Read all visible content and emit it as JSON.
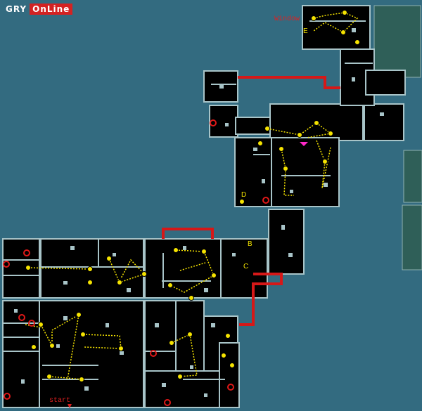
{
  "logo": {
    "part1": "GRY",
    "part2": "OnLine"
  },
  "labels": {
    "window": "Window",
    "start": "start"
  },
  "markers": {
    "e": "E",
    "d": "D",
    "b": "B",
    "c": "C"
  },
  "colors": {
    "water": "#336b80",
    "building": "#000000",
    "wall": "#a8c4c8",
    "route": "#d61818",
    "patrol": "#f5e300",
    "player": "#ff29c8",
    "rooftop": "#2f5f58"
  },
  "legend_icons": [
    "guard-icon",
    "camera-icon",
    "player-arrow-icon"
  ]
}
